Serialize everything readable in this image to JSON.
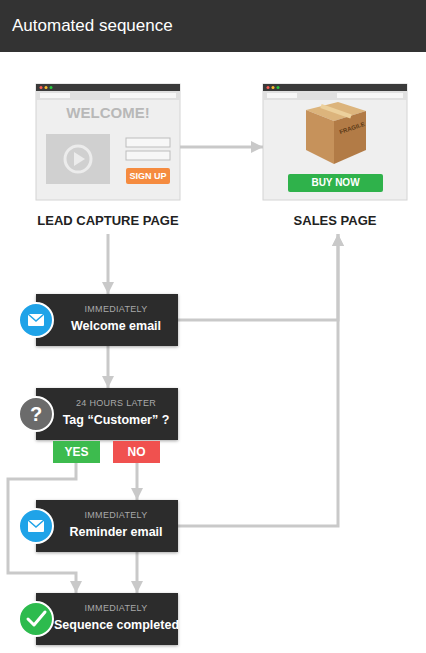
{
  "diagram": {
    "title": "Automated sequence",
    "nodes": [
      {
        "text": [
          "WELCOME!",
          "LEAD CAPTURE PAGE"
        ]
      },
      {
        "text": [
          "SIGN UP"
        ],
        "in": 0
      },
      {
        "text": [
          "SALES PAGE"
        ]
      },
      {
        "text": [
          "BUY NOW"
        ],
        "in": 2
      },
      {
        "text": [
          "IMMEDIATELY",
          "Welcome email"
        ]
      },
      {
        "text": [
          "24 HOURS LATER",
          "Tag “Customer” ?"
        ]
      },
      {
        "text": [
          "YES"
        ]
      },
      {
        "text": [
          "NO"
        ]
      },
      {
        "text": [
          "IMMEDIATELY",
          "Reminder email"
        ]
      },
      {
        "text": [
          "IMMEDIATELY",
          "Sequence completed"
        ]
      }
    ],
    "edges": [
      {
        "from": 0,
        "to": 2,
        "arrow": "to"
      },
      {
        "from": 0,
        "to": 4,
        "arrow": "to"
      },
      {
        "from": 4,
        "to": 2,
        "arrow": "to"
      },
      {
        "from": 4,
        "to": 5,
        "arrow": "to"
      },
      {
        "from": 6,
        "to": 9,
        "arrow": "to"
      },
      {
        "from": 7,
        "to": 8,
        "arrow": "to"
      },
      {
        "from": 8,
        "to": 2,
        "arrow": "to"
      },
      {
        "from": 8,
        "to": 9,
        "arrow": "to"
      }
    ],
    "labels": [
      "FRAGILE",
      "?"
    ]
  }
}
